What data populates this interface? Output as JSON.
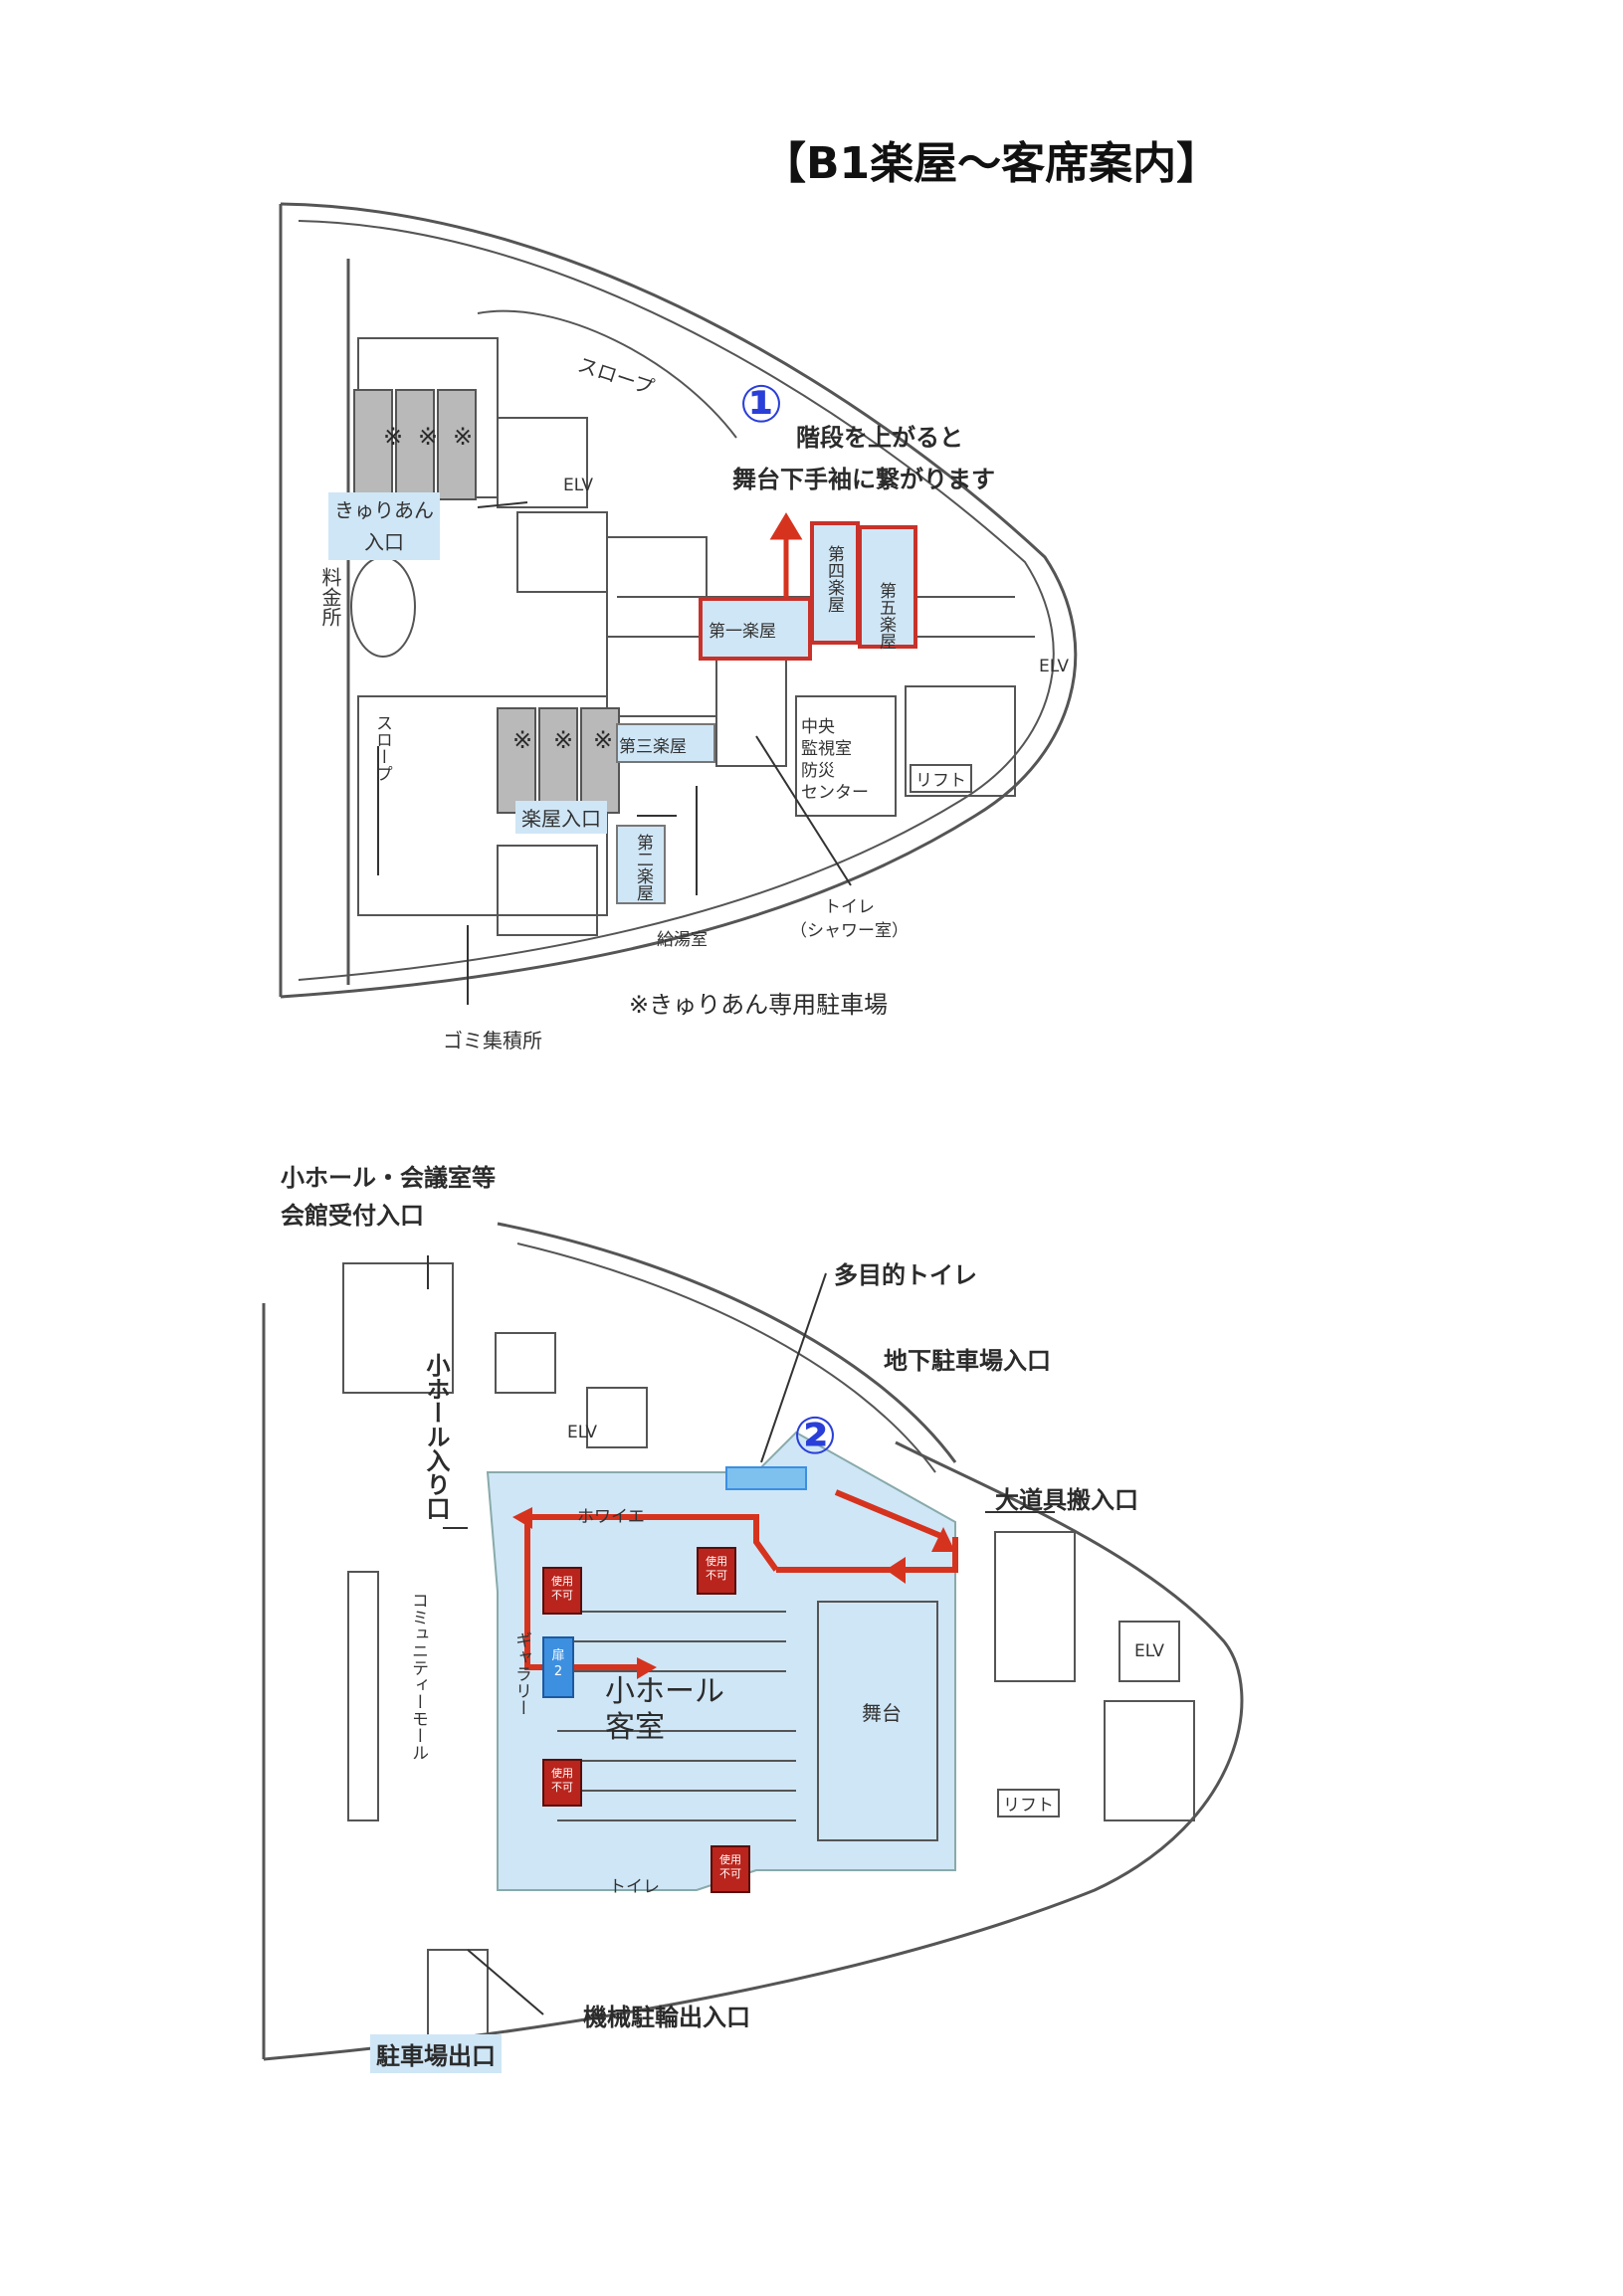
{
  "title": "【B1楽屋〜客席案内】",
  "marker1": "①",
  "marker2": "②",
  "note1_line1": "階段を上がると",
  "note1_line2": "舞台下手袖に繋がります",
  "map1": {
    "slope_top": "スロープ",
    "kyurian_entrance": "きゅりあん\n入口",
    "ryokinjo": "料金所",
    "slope_left": "スロープ",
    "elv1": "ELV",
    "elv2": "ELV",
    "room1": "第一楽屋",
    "room2": "第二楽屋",
    "room3": "第三楽屋",
    "room4": "第四楽屋",
    "room5": "第五楽屋",
    "gakuya_entrance": "楽屋入口",
    "chuo": "中央\n監視室\n防災\nセンター",
    "lift": "リフト",
    "kyutoshitsu": "給湯室",
    "toilet": "トイレ\n（シャワー室）",
    "gomi": "ゴミ集積所",
    "parking_note": "※きゅりあん専用駐車場",
    "kome": "※"
  },
  "map2": {
    "small_hall_entrance_top": "小ホール・会議室等\n会館受付入口",
    "small_hall_entrance": "小ホール入り口",
    "multi_toilet": "多目的トイレ",
    "underground_parking": "地下駐車場入口",
    "big_props": "大道具搬入口",
    "elv1": "ELV",
    "elv2": "ELV",
    "foyer": "ホワイエ",
    "community_mall": "コミュニティーモール",
    "gallery": "ギャラリー",
    "small_hall_seats": "小ホール\n客室",
    "stage": "舞台",
    "lift": "リフト",
    "toilet": "トイレ",
    "parking_exit": "駐車場出口",
    "bicycle": "機械駐輪出入口",
    "door2": "扉\n2",
    "unusable": "使用\n不可"
  },
  "colors": {
    "route": "#d6331f",
    "room_fill": "#cfe6f6",
    "highlight_border": "#c8322a",
    "marker": "#2a3fd8"
  }
}
